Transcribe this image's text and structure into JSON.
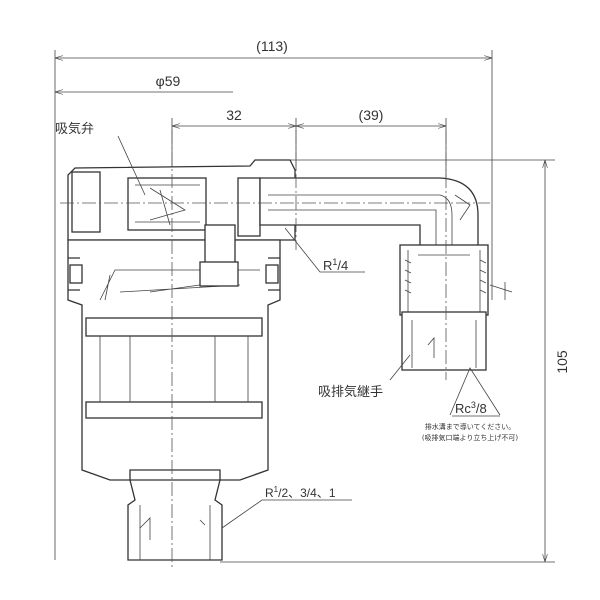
{
  "dimensions": {
    "overall_width": "(113)",
    "diameter": "φ59",
    "offset_32": "32",
    "offset_39": "(39)",
    "height": "105"
  },
  "labels": {
    "intake_valve": "吸気弁",
    "thread_r14": {
      "base": "R",
      "sup": "1",
      "rest": "/4"
    },
    "joint": "吸排気継手",
    "thread_rc38": {
      "base": "Rc",
      "sup": "3",
      "rest": "/8"
    },
    "note_line1": "排水溝まで導いてください。",
    "note_line2": "(吸排気口端より立ち上げ不可)",
    "thread_bottom": {
      "base": "R",
      "sup": "1",
      "rest": "/2、3/4、1"
    }
  }
}
